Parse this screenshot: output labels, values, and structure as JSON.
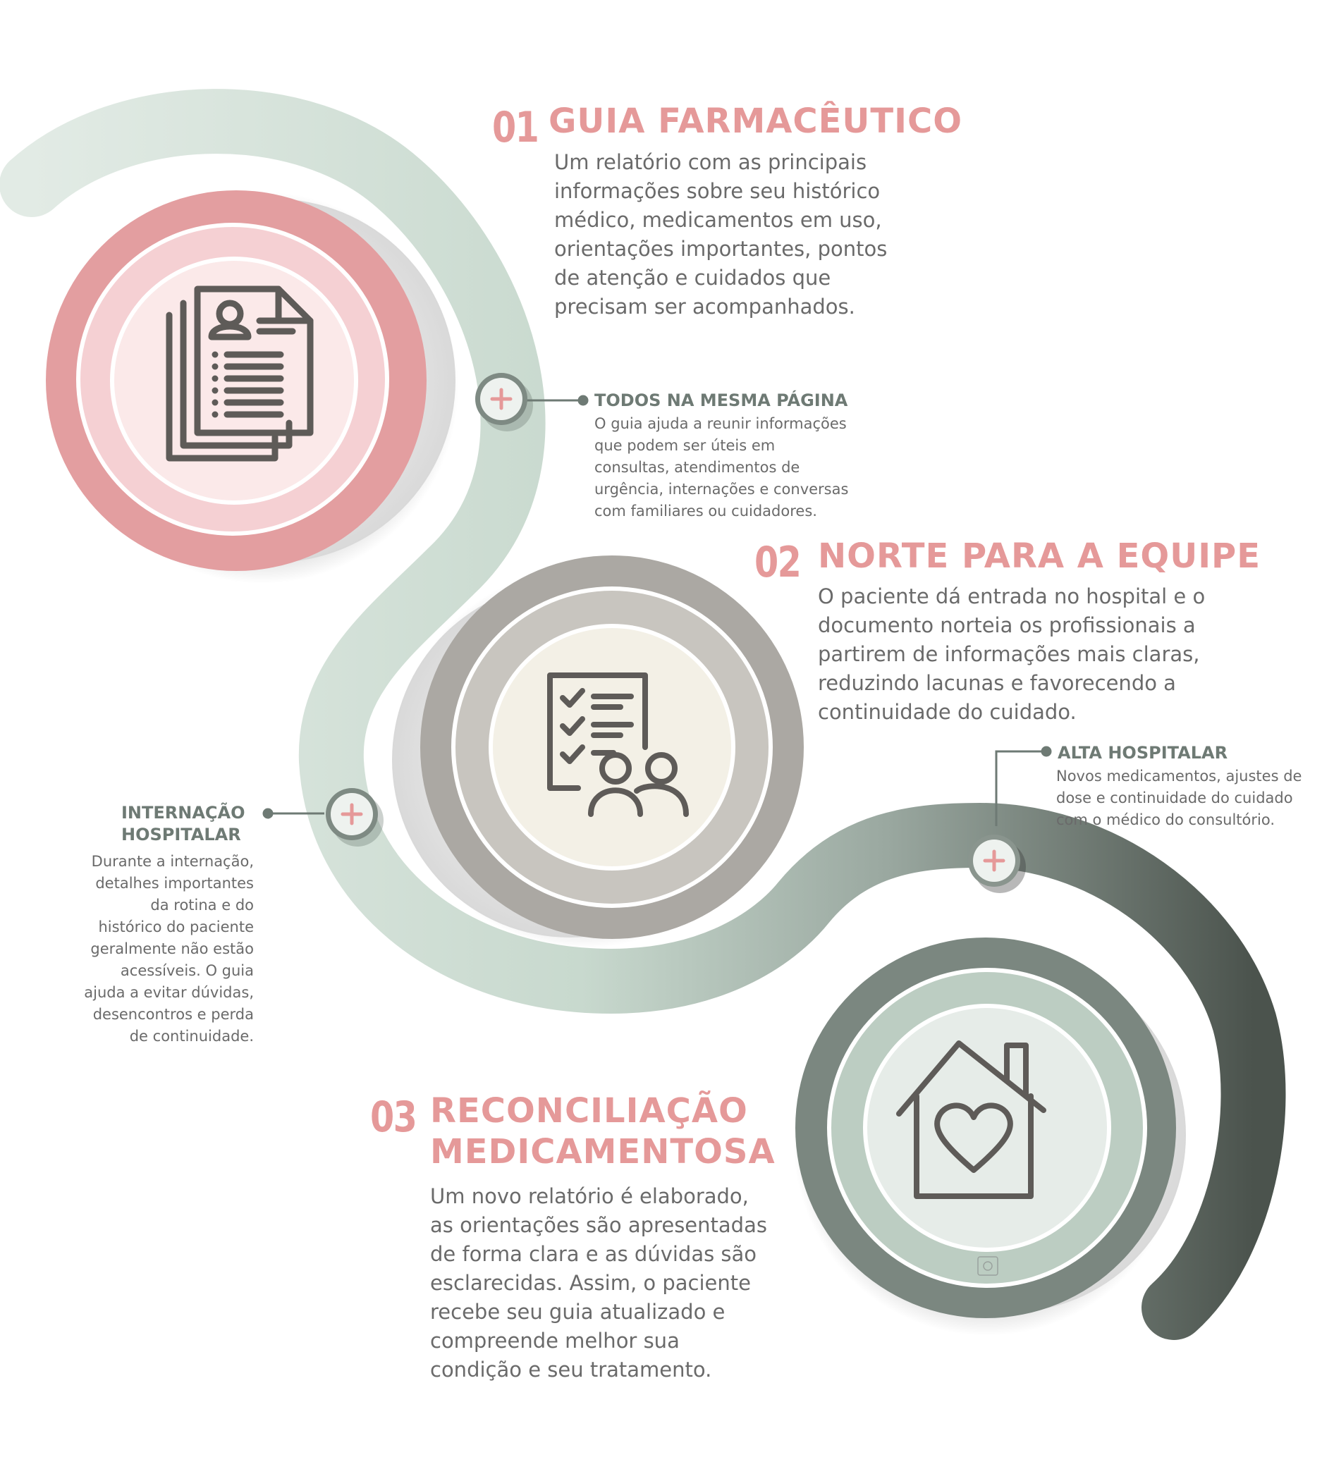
{
  "colors": {
    "pink": "#e59999",
    "light_pink": "#f6d3d5",
    "taupe": "#a8a5a0",
    "sage": "#c5d6cc",
    "dark_green": "#4e5650",
    "text_gray": "#6a6a6a",
    "subtitle_gray": "#6e7a74"
  },
  "steps": [
    {
      "number": "01",
      "title_line1": "GUIA FARMACÊUTICO",
      "body": [
        "Um relatório com as principais",
        "informações sobre seu histórico",
        "médico, medicamentos em uso,",
        "orientações importantes, pontos",
        "de atenção e cuidados que",
        "precisam ser acompanhados."
      ],
      "icon": "documents-icon"
    },
    {
      "number": "02",
      "title_line1": "NORTE PARA A EQUIPE",
      "body": [
        "O paciente dá entrada no hospital e o",
        "documento norteia os profissionais a",
        "partirem de informações mais claras,",
        "reduzindo lacunas e favorecendo a",
        "continuidade do cuidado."
      ],
      "icon": "checklist-team-icon"
    },
    {
      "number": "03",
      "title_line1": "RECONCILIAÇÃO",
      "title_line2": "MEDICAMENTOSA",
      "body": [
        "Um novo relatório é elaborado,",
        "as orientações são apresentadas",
        "de forma clara e as dúvidas são",
        "esclarecidas. Assim, o paciente",
        "recebe seu guia atualizado e",
        "compreende melhor sua",
        "condição e seu tratamento."
      ],
      "icon": "house-heart-icon"
    }
  ],
  "notes": [
    {
      "title_line1": "TODOS NA MESMA PÁGINA",
      "body": [
        "O guia ajuda a reunir informações",
        "que podem ser úteis em",
        "consultas, atendimentos de",
        "urgência, internações e conversas",
        "com familiares ou cuidadores."
      ]
    },
    {
      "title_line1": "INTERNAÇÃO",
      "title_line2": "HOSPITALAR",
      "body": [
        "Durante a internação,",
        "detalhes importantes",
        "da rotina e do",
        "histórico do paciente",
        "geralmente não estão",
        "acessíveis. O guia",
        "ajuda a evitar dúvidas,",
        "desencontros e perda",
        "de continuidade."
      ]
    },
    {
      "title_line1": "ALTA HOSPITALAR",
      "body": [
        "Novos medicamentos, ajustes de",
        "dose e continuidade do cuidado",
        "com o médico do consultório."
      ]
    }
  ],
  "markers": [
    "plus-icon",
    "plus-icon",
    "plus-icon"
  ]
}
